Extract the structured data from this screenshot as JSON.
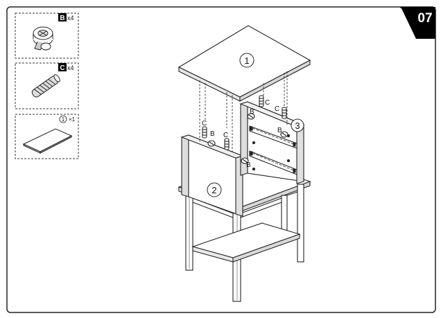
{
  "step": {
    "number": "07"
  },
  "parts": [
    {
      "id": "B",
      "qty": "x4",
      "icon": "cam-lock-fitting-icon"
    },
    {
      "id": "C",
      "qty": "x4",
      "icon": "wooden-dowel-icon"
    },
    {
      "id": "1",
      "qty": "×1",
      "icon": "top-panel-icon"
    }
  ],
  "callouts": {
    "top_panel": "1",
    "side_panel_left": "2",
    "side_panel_right": "3",
    "dowel": "C",
    "cam": "B"
  }
}
